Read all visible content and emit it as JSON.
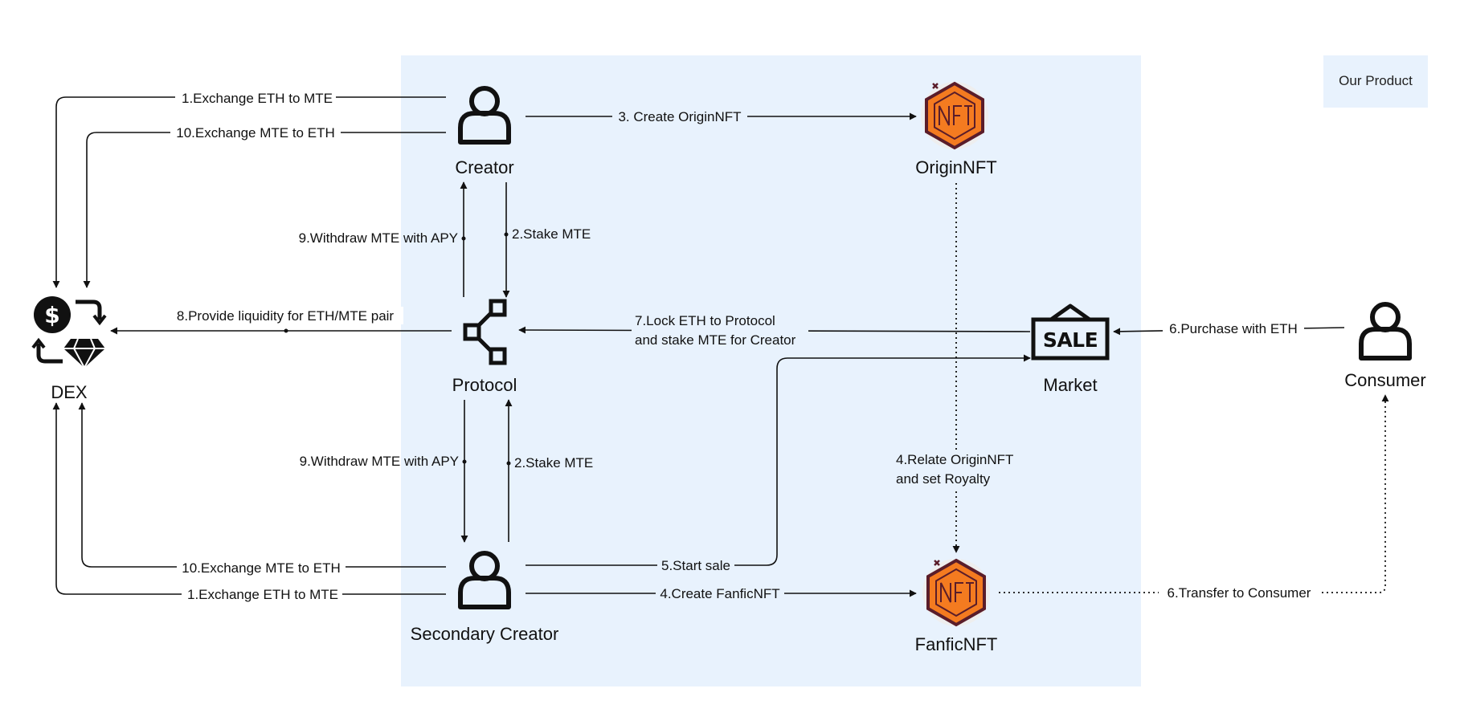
{
  "legend": {
    "label": "Our Product",
    "color": "#e8f2fd"
  },
  "colors": {
    "product_zone": "#e8f2fd",
    "nft_orange": "#f47b20",
    "nft_border": "#5a1d2a",
    "line": "#111111"
  },
  "nodes": {
    "dex": {
      "label": "DEX",
      "icon": "dex-exchange-icon"
    },
    "creator": {
      "label": "Creator",
      "icon": "person-icon"
    },
    "protocol": {
      "label": "Protocol",
      "icon": "protocol-nodes-icon"
    },
    "secondary_creator": {
      "label": "Secondary Creator",
      "icon": "person-icon"
    },
    "origin_nft": {
      "label": "OriginNFT",
      "icon": "nft-hexagon-icon"
    },
    "fanfic_nft": {
      "label": "FanficNFT",
      "icon": "nft-hexagon-icon"
    },
    "market": {
      "label": "Market",
      "icon": "sale-sign-icon"
    },
    "consumer": {
      "label": "Consumer",
      "icon": "person-icon"
    }
  },
  "edges": {
    "creator_exchange_eth_mte": "1.Exchange ETH to MTE",
    "creator_exchange_mte_eth": "10.Exchange MTE to ETH",
    "create_originnft": "3. Create OriginNFT",
    "creator_withdraw": "9.Withdraw MTE with APY",
    "creator_stake": "2.Stake MTE",
    "provide_liquidity": "8.Provide liquidity for ETH/MTE pair",
    "lock_eth_line1": "7.Lock ETH to Protocol",
    "lock_eth_line2": "and stake MTE for Creator",
    "purchase_eth": "6.Purchase with ETH",
    "secondary_withdraw": "9.Withdraw MTE with APY",
    "secondary_stake": "2.Stake MTE",
    "relate_line1": "4.Relate OriginNFT",
    "relate_line2": "and set Royalty",
    "secondary_exchange_mte_eth": "10.Exchange MTE to ETH",
    "secondary_exchange_eth_mte": "1.Exchange ETH to MTE",
    "start_sale": "5.Start sale",
    "create_fanficnft": "4.Create FanficNFT",
    "transfer_consumer": "6.Transfer to Consumer"
  }
}
